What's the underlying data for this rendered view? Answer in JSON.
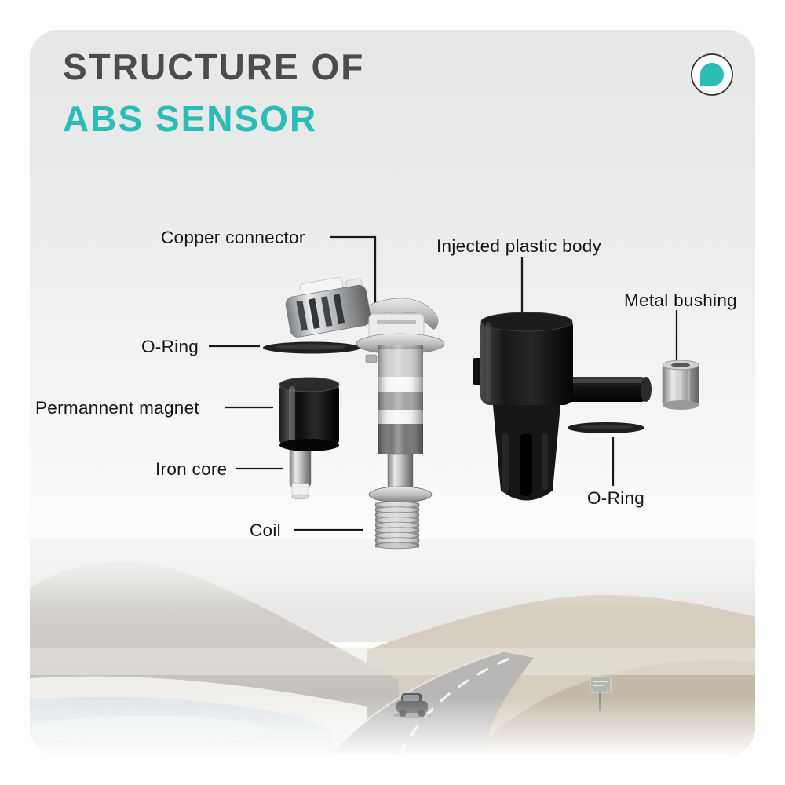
{
  "title": {
    "line1": "STRUCTURE OF",
    "line2": "ABS SENSOR"
  },
  "brand": {
    "logo_icon": "teal-petal-in-circle"
  },
  "colors": {
    "accent": "#2BBDB5",
    "title_text": "#4C4C4C",
    "label_text": "#151515",
    "leader_line": "#1A1A1A"
  },
  "callouts": {
    "copper_connector": {
      "label": "Copper connector"
    },
    "injected_plastic_body": {
      "label": "Injected plastic body"
    },
    "metal_bushing": {
      "label": "Metal bushing"
    },
    "o_ring_left": {
      "label": "O-Ring"
    },
    "permanent_magnet": {
      "label": "Permannent magnet"
    },
    "iron_core": {
      "label": "Iron core"
    },
    "coil": {
      "label": "Coil"
    },
    "o_ring_right": {
      "label": "O-Ring"
    }
  }
}
